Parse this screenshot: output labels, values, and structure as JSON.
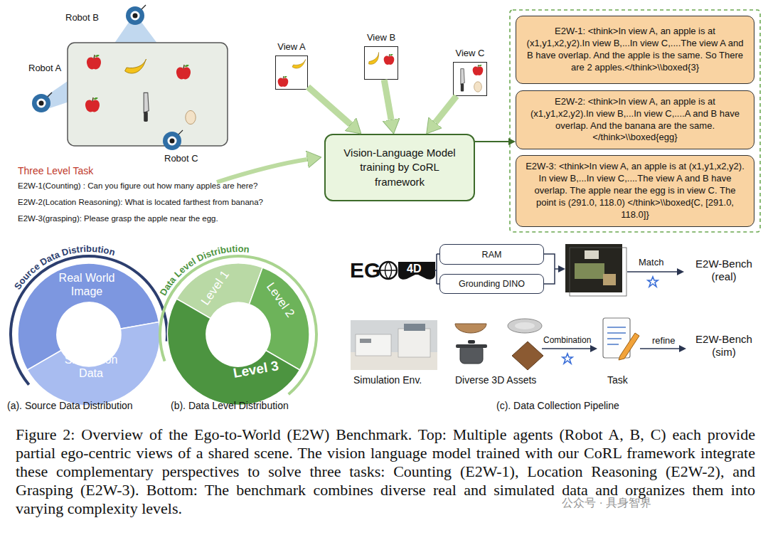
{
  "diagram": {
    "caption": "Figure 2: Overview of the Ego-to-World (E2W) Benchmark. Top: Multiple agents (Robot A, B, C) each provide partial ego-centric views of a shared scene. The vision language model trained with our CoRL framework integrate these complementary perspectives to solve three tasks: Counting (E2W-1), Location Reasoning (E2W-2), and Grasping (E2W-3). Bottom: The benchmark combines diverse real and simulated data and organizes them into varying complexity levels.",
    "nodes": [
      {
        "text": [
          "View A"
        ]
      },
      {
        "text": [
          "View B"
        ]
      },
      {
        "text": [
          "View C"
        ]
      },
      {
        "text": [
          "Vision-Language Model training by CoRL framework"
        ]
      },
      {
        "text": [
          "E2W-1: <think>In view A, an apple is at (x1,y1,x2,y2).In view B,...In view C,....The view A and B have overlap. And the apple is the same. So There are 2 apples.</think>\\\\boxed{3}"
        ]
      },
      {
        "text": [
          "E2W-2: <think>In view A, an apple is at (x1,y1,x2,y2).In view B,...In view C,....A and B have overlap. And the banana are the same. </think>\\\\boxed{egg}"
        ]
      },
      {
        "text": [
          "E2W-3: <think>In view A, an apple is at (x1,y1,x2,y2). In view B,...In view C,....The view A and B have overlap. The apple near the egg is in view C. The point is (291.0, 118.0) </think>\\\\boxed{C, [291.0, 118.0]}"
        ]
      },
      {
        "text": [
          "RAM"
        ]
      },
      {
        "text": [
          "Grounding DINO"
        ]
      }
    ],
    "edges": [
      {
        "from": 0,
        "to": 3,
        "arrow": "to"
      },
      {
        "from": 1,
        "to": 3,
        "arrow": "to"
      },
      {
        "from": 2,
        "to": 3,
        "arrow": "to"
      },
      {
        "from": 3,
        "to": 5,
        "arrow": "to"
      }
    ],
    "labels": [
      "Robot B",
      "Robot A",
      "Robot C",
      "Three Level Task",
      "E2W-1(Counting) : Can you figure out how many apples are here?",
      "E2W-2(Location Reasoning): What is located farthest from banana?",
      "E2W-3(grasping): Please grasp the apple near the egg.",
      "Source Data Distribution",
      "Real World Image",
      "Simulation Data",
      "(a). Source Data Distribution",
      "Data Level Distribution",
      "Level 1",
      "Level 2",
      "Level 3",
      "(b). Data Level Distribution",
      "EG",
      "4D",
      "Match",
      "E2W-Bench (real)",
      "Simulation Env.",
      "Diverse 3D Assets",
      "Combination",
      "Task",
      "refine",
      "E2W-Bench (sim)",
      "(c). Data Collection Pipeline",
      "公众号 · 具身智界"
    ]
  }
}
